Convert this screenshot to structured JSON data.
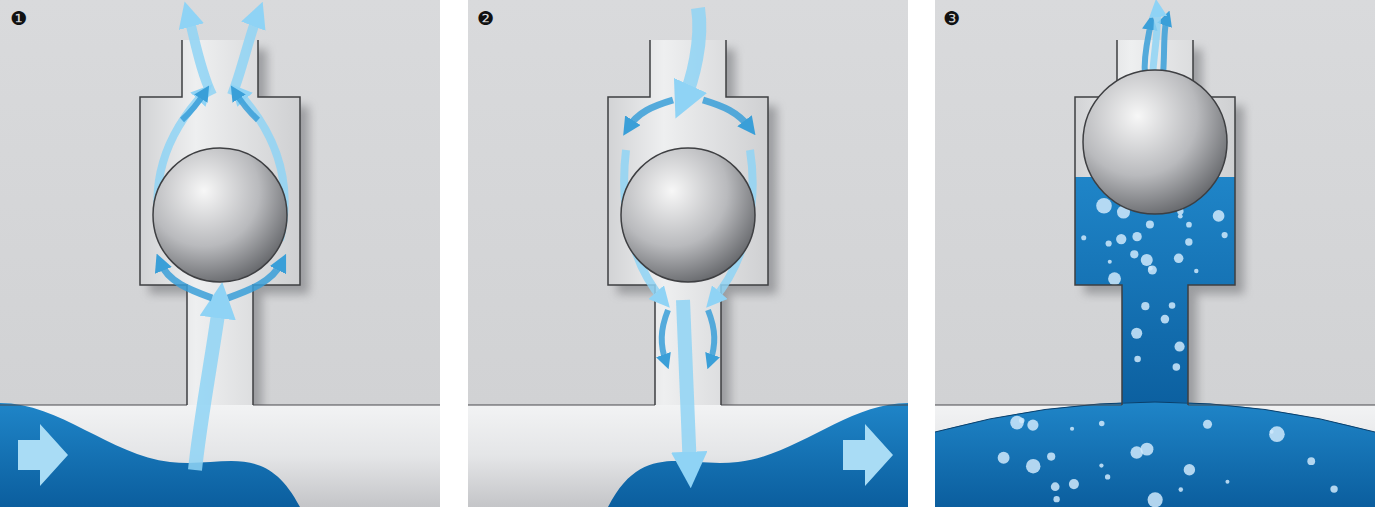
{
  "diagram": {
    "labels": [
      "❶",
      "❷",
      "❸"
    ]
  }
}
